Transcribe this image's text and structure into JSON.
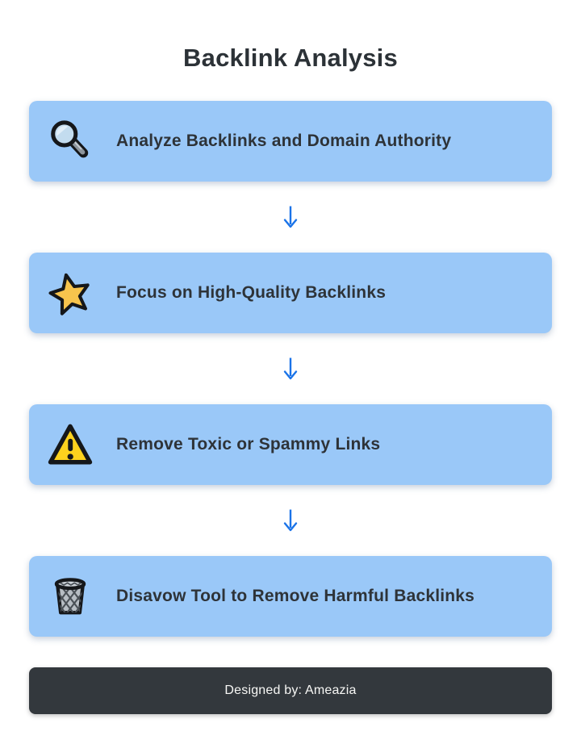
{
  "title": "Backlink Analysis",
  "steps": [
    {
      "label": "Analyze Backlinks and Domain Authority",
      "icon": "magnifier-icon"
    },
    {
      "label": "Focus on High-Quality Backlinks",
      "icon": "star-icon"
    },
    {
      "label": "Remove Toxic or Spammy Links",
      "icon": "warning-icon"
    },
    {
      "label": "Disavow Tool to Remove Harmful Backlinks",
      "icon": "trash-icon"
    }
  ],
  "connector": {
    "glyph": "down-arrow",
    "count": 3
  },
  "footer": {
    "text": "Designed by: Ameazia"
  },
  "colors": {
    "card_bg": "#9ac8f8",
    "card_text": "#2e3338",
    "title_text": "#2c3237",
    "arrow": "#1a73e8",
    "footer_bg": "#33383d",
    "footer_text": "#f7f7f5",
    "star_fill": "#f7c44d",
    "warning_fill": "#fdd21e",
    "trash_fill": "#b7bdc3",
    "lens_fill": "#c3dcef"
  }
}
